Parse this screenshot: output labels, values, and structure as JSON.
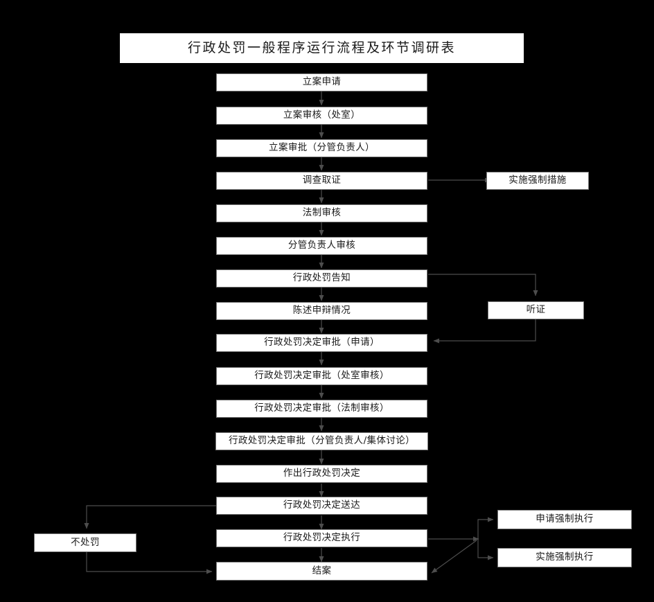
{
  "diagram": {
    "title": "行政处罚一般程序运行流程及环节调研表",
    "background_color": "#000000",
    "node_fill_color": "#ffffff",
    "node_border_color": "#7a7a7a",
    "node_text_color": "#1a1a1a",
    "connector_color": "#4d4d4d",
    "type": "flowchart"
  },
  "nodes": {
    "title": "行政处罚一般程序运行流程及环节调研表",
    "main_flow": [
      {
        "id": "n1",
        "label": "立案申请"
      },
      {
        "id": "n2",
        "label": "立案审核（处室）"
      },
      {
        "id": "n3",
        "label": "立案审批（分管负责人）"
      },
      {
        "id": "n4",
        "label": "调查取证"
      },
      {
        "id": "n5",
        "label": "法制审核"
      },
      {
        "id": "n6",
        "label": "分管负责人审核"
      },
      {
        "id": "n7",
        "label": "行政处罚告知"
      },
      {
        "id": "n8",
        "label": "陈述申辩情况"
      },
      {
        "id": "n9",
        "label": "行政处罚决定审批（申请）"
      },
      {
        "id": "n10",
        "label": "行政处罚决定审批（处室审核）"
      },
      {
        "id": "n11",
        "label": "行政处罚决定审批（法制审核）"
      },
      {
        "id": "n12",
        "label": "行政处罚决定审批（分管负责人/集体讨论）"
      },
      {
        "id": "n13",
        "label": "作出行政处罚决定"
      },
      {
        "id": "n14",
        "label": "行政处罚决定送达"
      },
      {
        "id": "n15",
        "label": "行政处罚决定执行"
      },
      {
        "id": "n16",
        "label": "结案"
      }
    ],
    "side_nodes": [
      {
        "id": "s1",
        "label": "实施强制措施"
      },
      {
        "id": "s2",
        "label": "听证"
      },
      {
        "id": "s3",
        "label": "申请强制执行"
      },
      {
        "id": "s4",
        "label": "实施强制执行"
      },
      {
        "id": "s5",
        "label": "不处罚"
      }
    ]
  },
  "connections": [
    {
      "from": "立案申请",
      "to": "立案审核（处室）"
    },
    {
      "from": "立案审核（处室）",
      "to": "立案审批（分管负责人）"
    },
    {
      "from": "立案审批（分管负责人）",
      "to": "调查取证"
    },
    {
      "from": "调查取证",
      "to": "法制审核"
    },
    {
      "from": "调查取证",
      "to": "实施强制措施"
    },
    {
      "from": "法制审核",
      "to": "分管负责人审核"
    },
    {
      "from": "分管负责人审核",
      "to": "行政处罚告知"
    },
    {
      "from": "行政处罚告知",
      "to": "陈述申辩情况"
    },
    {
      "from": "行政处罚告知",
      "to": "听证"
    },
    {
      "from": "听证",
      "to": "行政处罚决定审批（申请）"
    },
    {
      "from": "陈述申辩情况",
      "to": "行政处罚决定审批（申请）"
    },
    {
      "from": "行政处罚决定审批（申请）",
      "to": "行政处罚决定审批（处室审核）"
    },
    {
      "from": "行政处罚决定审批（处室审核）",
      "to": "行政处罚决定审批（法制审核）"
    },
    {
      "from": "行政处罚决定审批（法制审核）",
      "to": "行政处罚决定审批（分管负责人/集体讨论）"
    },
    {
      "from": "行政处罚决定审批（分管负责人/集体讨论）",
      "to": "作出行政处罚决定"
    },
    {
      "from": "作出行政处罚决定",
      "to": "行政处罚决定送达"
    },
    {
      "from": "行政处罚决定送达",
      "to": "行政处罚决定执行"
    },
    {
      "from": "行政处罚决定送达",
      "to": "不处罚"
    },
    {
      "from": "不处罚",
      "to": "结案"
    },
    {
      "from": "行政处罚决定执行",
      "to": "结案"
    },
    {
      "from": "行政处罚决定执行",
      "to": "申请强制执行"
    },
    {
      "from": "行政处罚决定执行",
      "to": "实施强制执行"
    }
  ]
}
